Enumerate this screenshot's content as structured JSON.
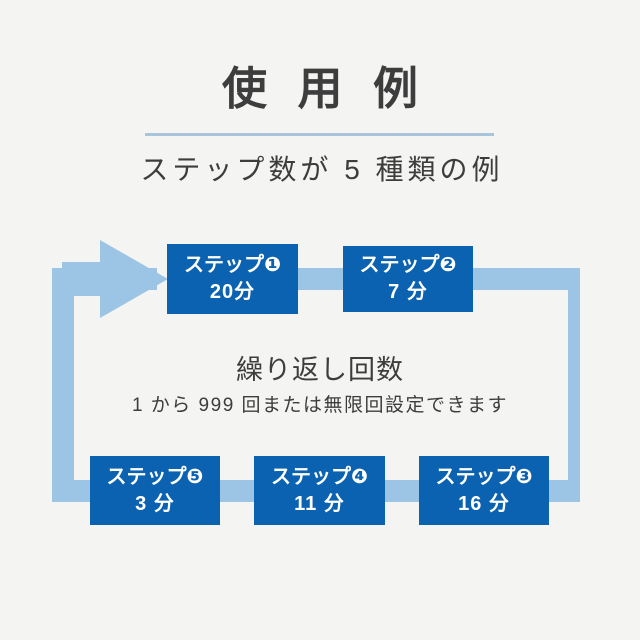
{
  "palette": {
    "background": "#f4f4f2",
    "step_box_fill": "#0b62b0",
    "step_box_text": "#ffffff",
    "connector": "#9cc4e4",
    "divider": "#aac4da",
    "heading_text": "#3d3d3d"
  },
  "header": {
    "title": "使 用 例",
    "subtitle": "ステップ数が 5 種類の例"
  },
  "loop": {
    "caption_main": "繰り返し回数",
    "caption_sub": "1 から 999 回または無限回設定できます"
  },
  "steps": [
    {
      "label": "ステップ❶",
      "time": "20分",
      "number": 1,
      "minutes": 20
    },
    {
      "label": "ステップ❷",
      "time": "7 分",
      "number": 2,
      "minutes": 7
    },
    {
      "label": "ステップ❸",
      "time": "16 分",
      "number": 3,
      "minutes": 16
    },
    {
      "label": "ステップ❹",
      "time": "11 分",
      "number": 4,
      "minutes": 11
    },
    {
      "label": "ステップ❺",
      "time": "3 分",
      "number": 5,
      "minutes": 3
    }
  ]
}
